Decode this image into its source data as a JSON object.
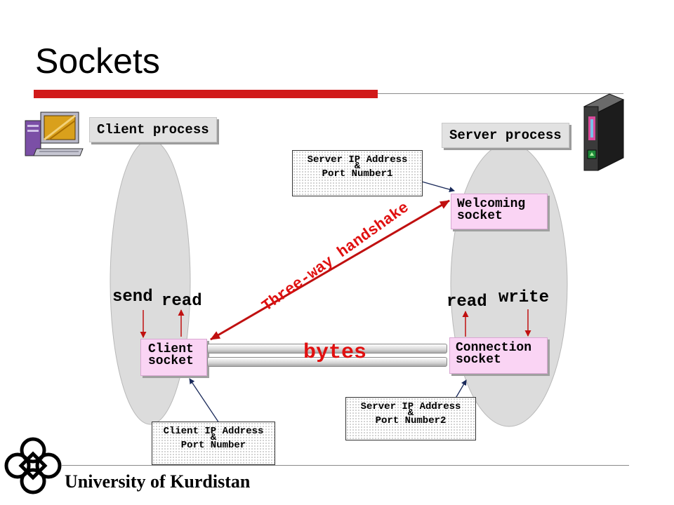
{
  "slide": {
    "title": "Sockets",
    "footer": "University of Kurdistan"
  },
  "diagram": {
    "client_process_label": "Client process",
    "server_process_label": "Server process",
    "welcoming_socket": [
      "Welcoming",
      "socket"
    ],
    "client_socket": [
      "Client",
      "socket"
    ],
    "connection_socket": [
      "Connection",
      "socket"
    ],
    "server_addr_1": [
      "Server IP Address",
      "&",
      "Port Number1"
    ],
    "server_addr_2": [
      "Server IP Address",
      "&",
      "Port Number2"
    ],
    "client_addr": [
      "Client IP Address",
      "&",
      "Port Number"
    ],
    "client_send": "send",
    "client_read": "read",
    "server_read": "read",
    "server_write": "write",
    "handshake": "Three-way handshake",
    "bytes": "bytes"
  },
  "colors": {
    "accent_red": "#d11a1a",
    "socket_pink": "#fad4f4",
    "process_grey": "#e2e2e2",
    "ellipse_grey": "#dcdcdc"
  },
  "icons": [
    "desktop-computer-icon",
    "server-tower-icon",
    "university-logo-icon"
  ]
}
